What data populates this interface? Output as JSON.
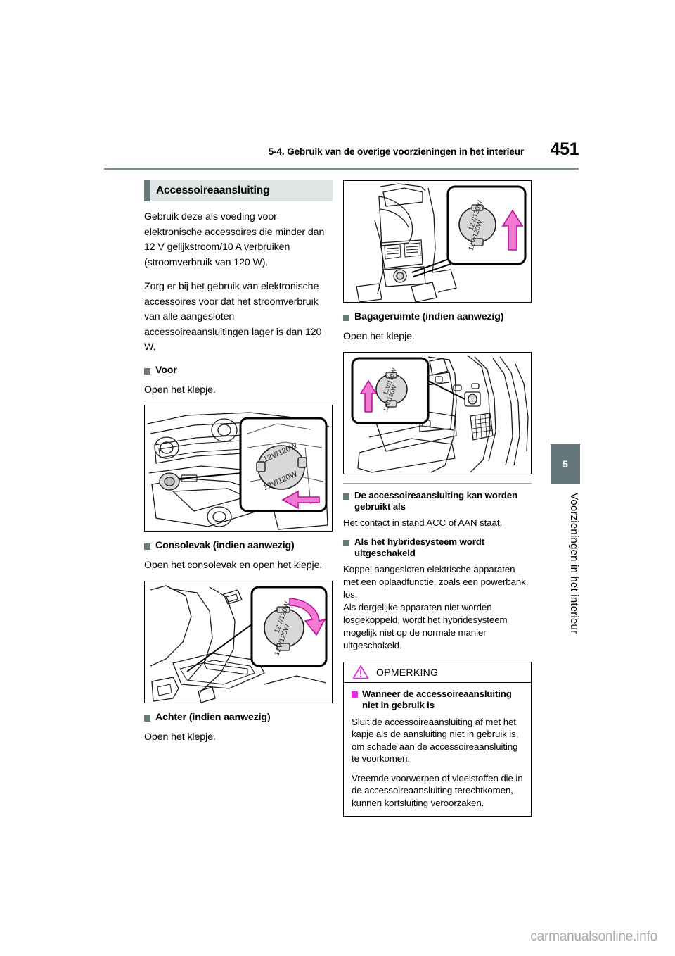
{
  "header": {
    "title": "5-4. Gebruik van de overige voorzieningen in het interieur",
    "page_number": "451"
  },
  "side_tab": {
    "number": "5",
    "label": "Voorzieningen in het interieur"
  },
  "colors": {
    "accent_slate": "#667a7b",
    "header_rule": "#7d9091",
    "section_bar_bg": "#dfe5e5",
    "notice_magenta": "#e52fe5",
    "socket_fill": "#d7d7d7"
  },
  "left_column": {
    "section_title": "Accessoireaansluiting",
    "paragraph_1": "Gebruik deze als voeding voor elektronische accessoires die minder dan 12 V gelijkstroom/10 A verbruiken (stroomverbruik van 120 W).",
    "paragraph_2": "Zorg er bij het gebruik van elektronische accessoires voor dat het stroomverbruik van alle aangesloten accessoireaansluitingen lager is dan 120 W.",
    "subhead_voor": "Voor",
    "voor_text": "Open het klepje.",
    "figure_front_caption": "front-dashboard-accessory-socket",
    "socket_label": "12V/120W",
    "subhead_consolevak": "Consolevak (indien aanwezig)",
    "consolevak_text": "Open het consolevak en open het klepje.",
    "figure_console_caption": "center-console-accessory-socket",
    "subhead_achter": "Achter (indien aanwezig)",
    "achter_text": "Open het klepje."
  },
  "right_column": {
    "figure_rear_caption": "rear-seat-accessory-socket",
    "subhead_bagageruimte": "Bagageruimte (indien aanwezig)",
    "bagageruimte_text": "Open het klepje.",
    "figure_luggage_caption": "luggage-compartment-accessory-socket",
    "subhead_kan_worden": "De accessoireaansluiting kan worden gebruikt als",
    "kan_worden_text": "Het contact in stand ACC of AAN staat.",
    "subhead_hybride": "Als het hybridesysteem wordt uitgeschakeld",
    "hybride_text_1": "Koppel aangesloten elektrische apparaten met een oplaadfunctie, zoals een powerbank, los.",
    "hybride_text_2": "Als dergelijke apparaten niet worden losgekoppeld, wordt het hybridesysteem mogelijk niet op de normale manier uitgeschakeld."
  },
  "notice": {
    "heading": "OPMERKING",
    "warning_icon": "warning-triangle-icon",
    "subhead": "Wanneer de accessoireaansluiting niet in gebruik is",
    "paragraph_1": "Sluit de accessoireaansluiting af met het kapje als de aansluiting niet in gebruik is, om schade aan de accessoireaansluiting te voorkomen.",
    "paragraph_2": "Vreemde voorwerpen of vloeistoffen die in de accessoireaansluiting terechtkomen, kunnen kortsluiting veroorzaken."
  },
  "watermark": "carmanualsonline.info"
}
